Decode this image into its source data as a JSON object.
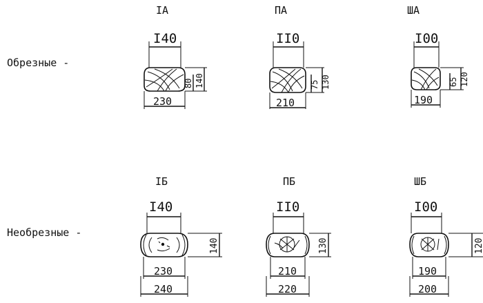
{
  "rows": [
    {
      "label": "Обрезные -",
      "items": [
        {
          "code": "IA",
          "top_dim": "I40",
          "width": "230",
          "h1": "80",
          "h2": "140"
        },
        {
          "code": "ПА",
          "top_dim": "II0",
          "width": "210",
          "h1": "75",
          "h2": "130"
        },
        {
          "code": "ША",
          "top_dim": "I00",
          "width": "190",
          "h1": "65",
          "h2": "120"
        }
      ]
    },
    {
      "label": "Необрезные -",
      "items": [
        {
          "code": "IБ",
          "top_dim": "I40",
          "inner_width": "230",
          "outer_width": "240",
          "height": "140"
        },
        {
          "code": "ПБ",
          "top_dim": "II0",
          "inner_width": "210",
          "outer_width": "220",
          "height": "130"
        },
        {
          "code": "ШБ",
          "top_dim": "I00",
          "inner_width": "190",
          "outer_width": "200",
          "height": "120"
        }
      ]
    }
  ]
}
